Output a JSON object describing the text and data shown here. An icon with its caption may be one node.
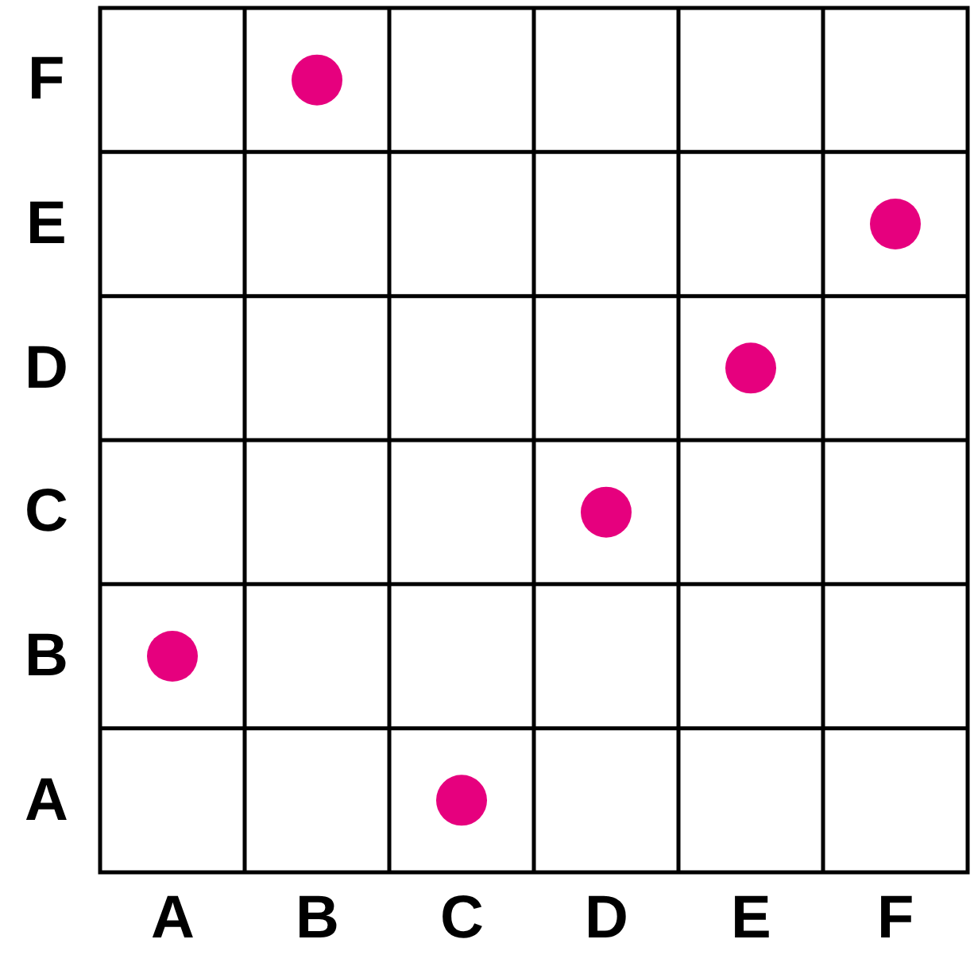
{
  "diagram": {
    "labels": [
      "F",
      "E",
      "D",
      "C",
      "B",
      "A",
      "A",
      "B",
      "C",
      "D",
      "E",
      "F"
    ]
  }
}
